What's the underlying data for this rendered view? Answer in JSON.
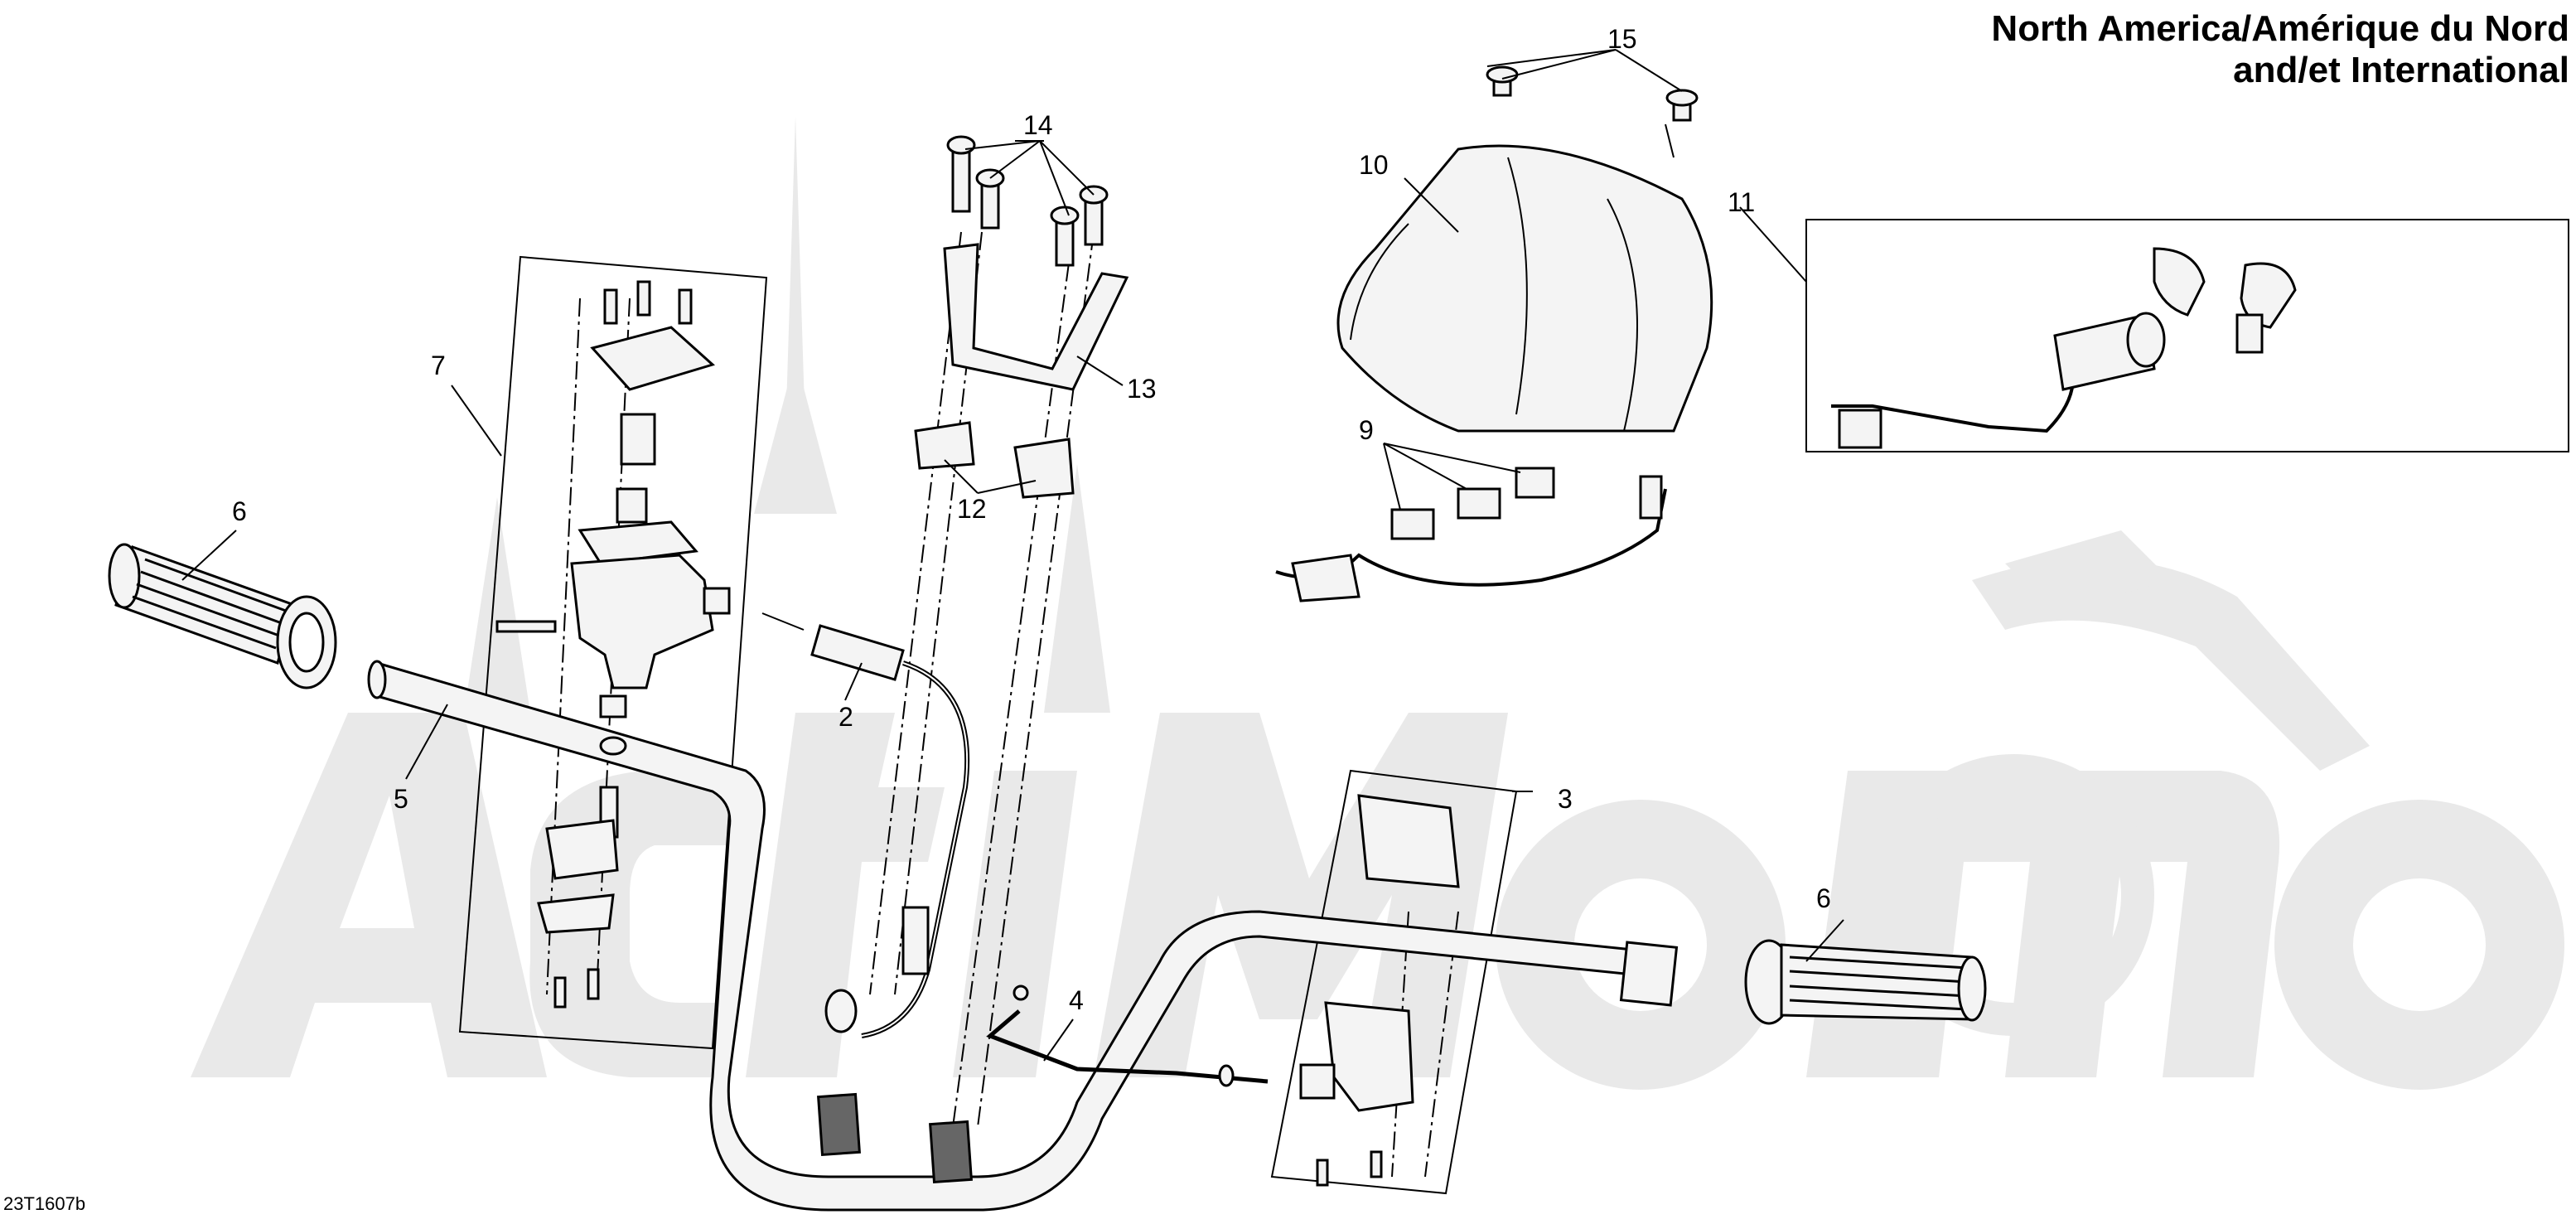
{
  "header": {
    "title_line1": "North America/Amérique du Nord",
    "title_line2": "and/et International"
  },
  "footer": {
    "ref_code": "23T1607b"
  },
  "callouts": {
    "c2": "2",
    "c3": "3",
    "c4": "4",
    "c5": "5",
    "c6_left": "6",
    "c6_right": "6",
    "c7": "7",
    "c9": "9",
    "c10": "10",
    "c11": "11",
    "c12": "12",
    "c13": "13",
    "c14": "14",
    "c15": "15"
  },
  "watermark": {
    "text": "ActiMoto"
  }
}
